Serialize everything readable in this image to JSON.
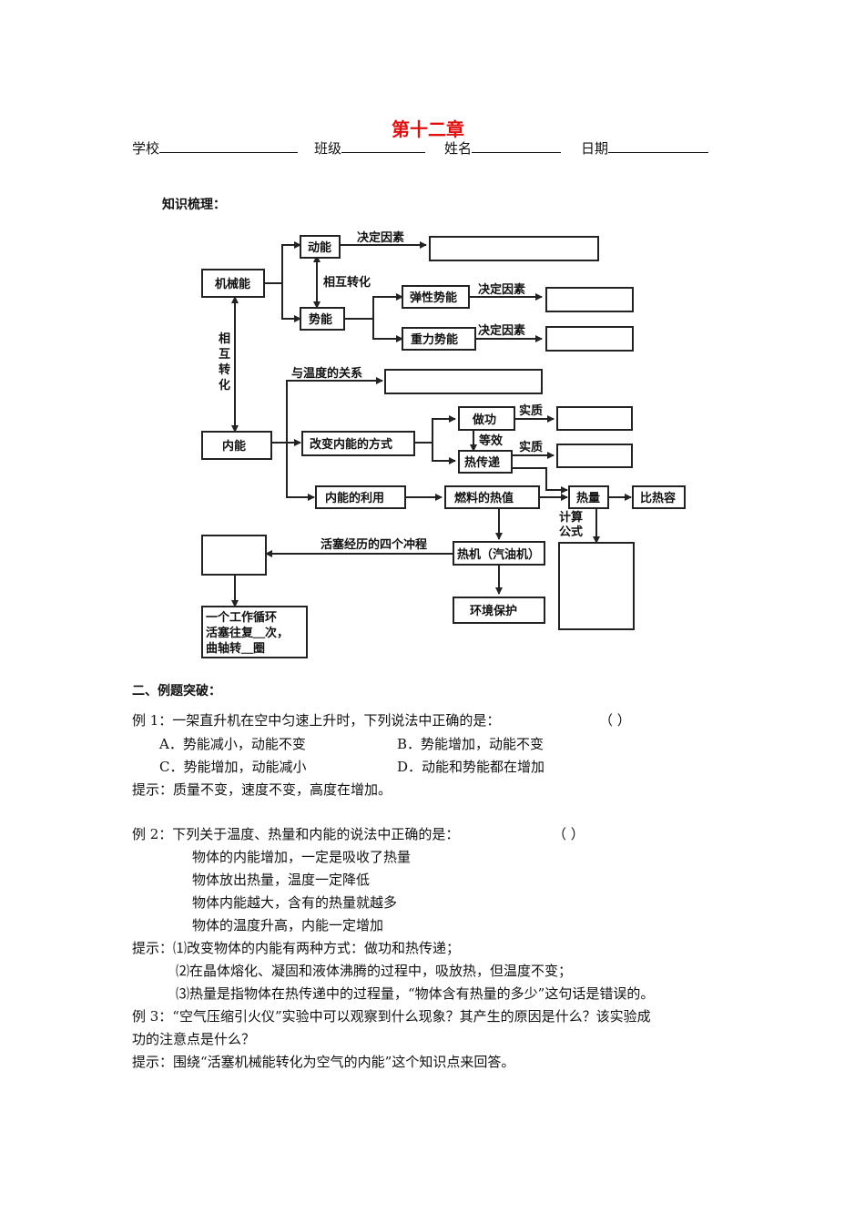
{
  "title": "第十二章",
  "meta": {
    "school_label": "学校",
    "class_label": "班级",
    "name_label": "姓名",
    "date_label": "日期"
  },
  "section1": {
    "heading": "知识梳理："
  },
  "diagram": {
    "mechanical_energy": "机械能",
    "kinetic_energy": "动能",
    "potential_energy": "势能",
    "elastic_pe": "弹性势能",
    "gravitational_pe": "重力势能",
    "decisive_factors_1": "决定因素",
    "decisive_factors_2": "决定因素",
    "decisive_factors_3": "决定因素",
    "mutual_conversion_h": "相互转化",
    "mutual_conversion_v": [
      "相",
      "互",
      "转",
      "化"
    ],
    "internal_energy": "内能",
    "relation_temperature": "与温度的关系",
    "change_ie_methods": "改变内能的方式",
    "doing_work": "做功",
    "heat_transfer": "热传递",
    "essence_1": "实质",
    "essence_2": "实质",
    "equivalent": "等效",
    "use_of_ie": "内能的利用",
    "fuel_heat_value": "燃料的热值",
    "heat": "热量",
    "specific_heat": "比热容",
    "calc_formula": [
      "计算",
      "公式"
    ],
    "four_strokes": "活塞经历的四个冲程",
    "heat_engine": "热机（汽油机）",
    "env_protection": "环境保护",
    "cycle_box": [
      "一个工作循环",
      "活塞往复＿次，",
      "曲轴转＿圈"
    ]
  },
  "section2": {
    "heading": "二、例题突破："
  },
  "ex1": {
    "question": "例 1：一架直升机在空中匀速上升时，下列说法中正确的是：",
    "bracket": "（          ）",
    "opt_a": "A．势能减小，动能不变",
    "opt_b": "B．势能增加，动能不变",
    "opt_c": "C．势能增加，动能减小",
    "opt_d": "D．动能和势能都在增加",
    "hint": "提示：质量不变，速度不变，高度在增加。"
  },
  "ex2": {
    "question": "例 2：下列关于温度、热量和内能的说法中正确的是：",
    "bracket": "（          ）",
    "options": [
      "物体的内能增加，一定是吸收了热量",
      "物体放出热量，温度一定降低",
      "物体内能越大，含有的热量就越多",
      "物体的温度升高，内能一定增加"
    ],
    "hint1": "提示：⑴改变物体的内能有两种方式：做功和热传递；",
    "hint2": "⑵在晶体熔化、凝固和液体沸腾的过程中，吸放热，但温度不变；",
    "hint3": "⑶热量是指物体在热传递中的过程量，“物体含有热量的多少”这句话是错误的。"
  },
  "ex3": {
    "question_line1": "例 3：“空气压缩引火仪”实验中可以观察到什么现象？其产生的原因是什么？该实验成",
    "question_line2": "功的注意点是什么？",
    "hint": "提示：围绕“活塞机械能转化为空气的内能”这个知识点来回答。"
  }
}
